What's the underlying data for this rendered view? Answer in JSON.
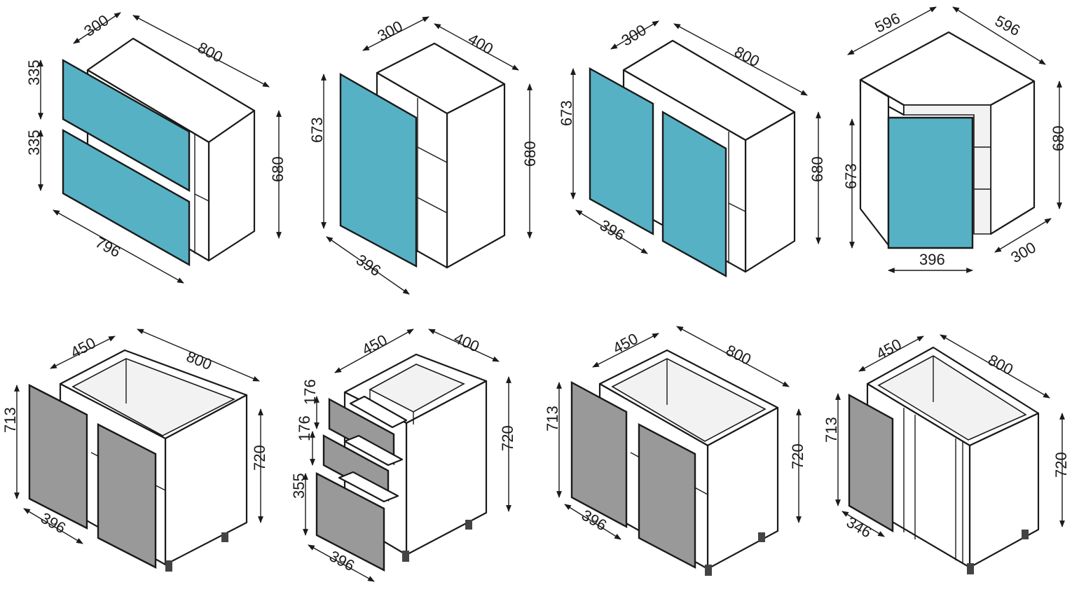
{
  "colors": {
    "teal_front": "#57b1c4",
    "grey_front": "#999999",
    "line": "#1a1a1a"
  },
  "cabinets": [
    {
      "name": "wall-cabinet-lift-up-800",
      "front": "teal",
      "dims": {
        "depth": "300",
        "width": "800",
        "front_top": "335",
        "front_bottom": "335",
        "height": "680",
        "front_width": "796"
      }
    },
    {
      "name": "wall-cabinet-single-door-400",
      "front": "teal",
      "dims": {
        "depth": "300",
        "width": "400",
        "front_height": "673",
        "height": "680",
        "front_width": "396"
      }
    },
    {
      "name": "wall-cabinet-double-door-800",
      "front": "teal",
      "dims": {
        "depth": "300",
        "width": "800",
        "front_height": "673",
        "height": "680",
        "front_width": "396"
      }
    },
    {
      "name": "wall-cabinet-corner",
      "front": "teal",
      "dims": {
        "side_a": "596",
        "side_b": "596",
        "height": "680",
        "front_height": "673",
        "front_width": "396",
        "depth": "300"
      }
    },
    {
      "name": "base-cabinet-double-door-800",
      "front": "grey",
      "dims": {
        "depth": "450",
        "width": "800",
        "front_height": "713",
        "height": "720",
        "front_width": "396"
      }
    },
    {
      "name": "base-cabinet-drawers-400",
      "front": "grey",
      "dims": {
        "depth": "450",
        "width": "400",
        "drawer_top": "176",
        "drawer_middle": "176",
        "drawer_bottom": "355",
        "height": "720",
        "front_width": "396"
      }
    },
    {
      "name": "base-cabinet-double-door-800-b",
      "front": "grey",
      "dims": {
        "depth": "450",
        "width": "800",
        "front_height": "713",
        "height": "720",
        "front_width": "396"
      }
    },
    {
      "name": "base-cabinet-corner",
      "front": "grey",
      "dims": {
        "depth": "450",
        "width": "800",
        "front_height": "713",
        "height": "720",
        "front_width": "346"
      }
    }
  ]
}
